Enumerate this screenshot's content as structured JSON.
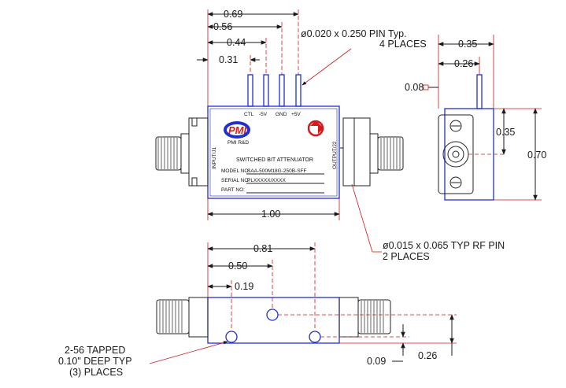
{
  "top_view": {
    "dims": {
      "d069": "0.69",
      "d056": "0.56",
      "d044": "0.44",
      "d031": "0.31",
      "d100": "1.00"
    },
    "pin_note_line1": "ø0.020 x 0.250 PIN Typ.",
    "pin_note_line2": "4 PLACES",
    "pin_labels": [
      "CTL",
      "-5V",
      "GND",
      "+5V"
    ],
    "input_label": "INPUT/J1",
    "output_label": "OUTPUT/J2",
    "logo_text": "PMI",
    "logo_sub": "PMI R&D",
    "title": "SWITCHED BIT ATTENUATOR",
    "model_label": "MODEL NO:",
    "model_value": "SAA-500M18G-250B-SFF",
    "serial_label": "SERIAL NO:",
    "serial_value": "PLXXXXX/XXXX",
    "part_label": "PART NO:"
  },
  "rf_pin_note_line1": "ø0.015 x 0.065 TYP RF PIN",
  "rf_pin_note_line2": "2 PLACES",
  "side_view": {
    "dims": {
      "d035w": "0.35",
      "d026w": "0.26",
      "d008": "0.08",
      "d035h": "0.35",
      "d070": "0.70"
    }
  },
  "bottom_view": {
    "dims": {
      "d081": "0.81",
      "d050": "0.50",
      "d019": "0.19",
      "d026": "0.26",
      "d009": "0.09"
    },
    "tap_note_line1": "2-56 TAPPED",
    "tap_note_line2": "0.10\" DEEP TYP",
    "tap_note_line3": "(3) PLACES"
  },
  "colors": {
    "body_outline": "#1f2fd0",
    "hidden_lines": "#cc1a1a",
    "logo_red": "#d41b1b",
    "logo_blue": "#1f2fd0"
  }
}
